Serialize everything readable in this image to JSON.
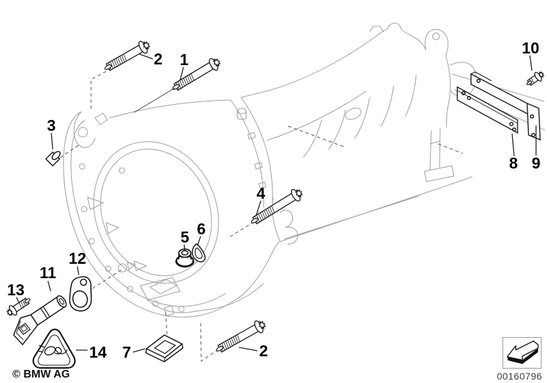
{
  "diagram": {
    "copyright": "© BMW AG",
    "image_number": "00160796",
    "nav_icon": "back-arrow-icon"
  },
  "colors": {
    "background": "#ffffff",
    "line_art": "#9c9c9c",
    "part_outline": "#141414"
  },
  "callouts": [
    {
      "part": "2",
      "instance": "top"
    },
    {
      "part": "1"
    },
    {
      "part": "3"
    },
    {
      "part": "10"
    },
    {
      "part": "8"
    },
    {
      "part": "9"
    },
    {
      "part": "4"
    },
    {
      "part": "5"
    },
    {
      "part": "6"
    },
    {
      "part": "12"
    },
    {
      "part": "11"
    },
    {
      "part": "13"
    },
    {
      "part": "14"
    },
    {
      "part": "7"
    },
    {
      "part": "2",
      "instance": "bottom"
    }
  ]
}
